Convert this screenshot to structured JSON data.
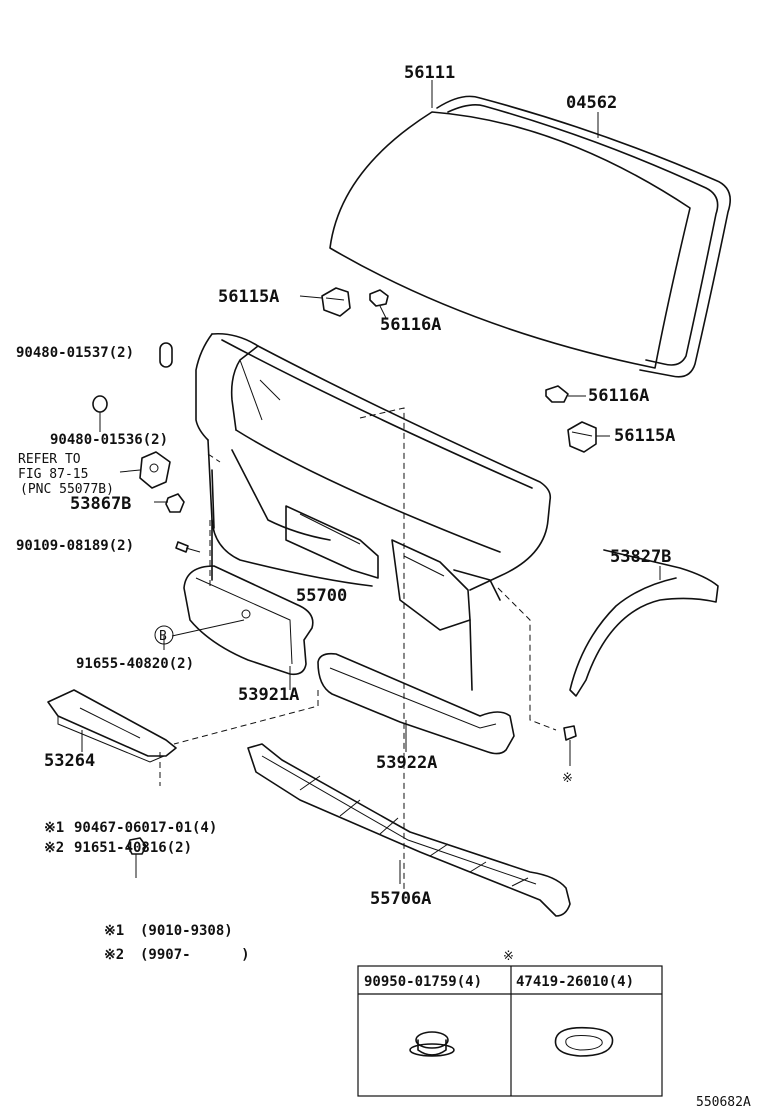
{
  "parts": {
    "windshield_glass": "56111",
    "weatherstrip": "04562",
    "clip_l": "56115A",
    "clip_upper_center": "56116A",
    "clip_right_upper": "56116A",
    "clip_right_lower": "56115A",
    "hole_plug_top": "90480-01537(2)",
    "hole_plug_mid": "90480-01536(2)",
    "refer_line1": "REFER TO",
    "refer_line2": "FIG 87-15",
    "refer_line3": "(PNC 55077B)",
    "bracket": "53867B",
    "screw": "90109-08189(2)",
    "cowl_panel": "55700",
    "seal_strip": "53827B",
    "clip_b": "B",
    "clip_b_part": "91655-40820(2)",
    "extension_left": "53921A",
    "cover_left": "53264",
    "extension_right": "53922A",
    "clip_note1_mark": "※1",
    "clip_note1_part": "90467-06017-01(4)",
    "clip_note2_mark": "※2",
    "clip_note2_part": "91651-40816(2)",
    "cowl_lower": "55706A",
    "asterisk_mark": "※"
  },
  "notes": {
    "n1_mark": "※1",
    "n1_text": "(9010-9308)",
    "n2_mark": "※2",
    "n2_text": "(9907-      )"
  },
  "table": {
    "mark": "※",
    "col1": "90950-01759(4)",
    "col2": "47419-26010(4)"
  },
  "figure_id": "550682A"
}
